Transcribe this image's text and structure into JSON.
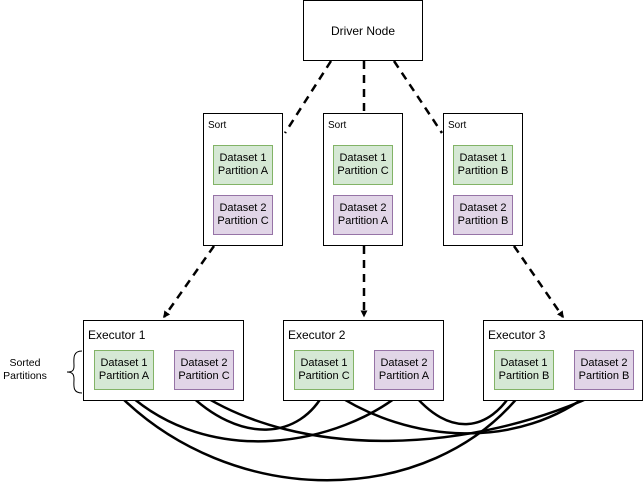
{
  "driver": {
    "label": "Driver Node"
  },
  "sort_nodes": [
    {
      "label": "Sort",
      "parts": [
        {
          "dataset": "Dataset 1",
          "partition": "Partition A"
        },
        {
          "dataset": "Dataset 2",
          "partition": "Partition C"
        }
      ]
    },
    {
      "label": "Sort",
      "parts": [
        {
          "dataset": "Dataset 1",
          "partition": "Partition C"
        },
        {
          "dataset": "Dataset 2",
          "partition": "Partition A"
        }
      ]
    },
    {
      "label": "Sort",
      "parts": [
        {
          "dataset": "Dataset 1",
          "partition": "Partition B"
        },
        {
          "dataset": "Dataset 2",
          "partition": "Partition B"
        }
      ]
    }
  ],
  "executors": [
    {
      "label": "Executor 1",
      "parts": [
        {
          "dataset": "Dataset 1",
          "partition": "Partition A"
        },
        {
          "dataset": "Dataset 2",
          "partition": "Partition C"
        }
      ]
    },
    {
      "label": "Executor 2",
      "parts": [
        {
          "dataset": "Dataset 1",
          "partition": "Partition C"
        },
        {
          "dataset": "Dataset 2",
          "partition": "Partition A"
        }
      ]
    },
    {
      "label": "Executor 3",
      "parts": [
        {
          "dataset": "Dataset 1",
          "partition": "Partition B"
        },
        {
          "dataset": "Dataset 2",
          "partition": "Partition B"
        }
      ]
    }
  ],
  "side_label": {
    "line1": "Sorted",
    "line2": "Partitions"
  },
  "colors": {
    "dataset1_fill": "#d5e8d4",
    "dataset1_stroke": "#82b366",
    "dataset2_fill": "#e1d5e7",
    "dataset2_stroke": "#9673a6",
    "line": "#000000"
  },
  "edges": {
    "driver_to_sort": "dashed",
    "sort_to_executor": "dashed-arrow",
    "shuffle": "bidirectional-curved-arrow"
  }
}
